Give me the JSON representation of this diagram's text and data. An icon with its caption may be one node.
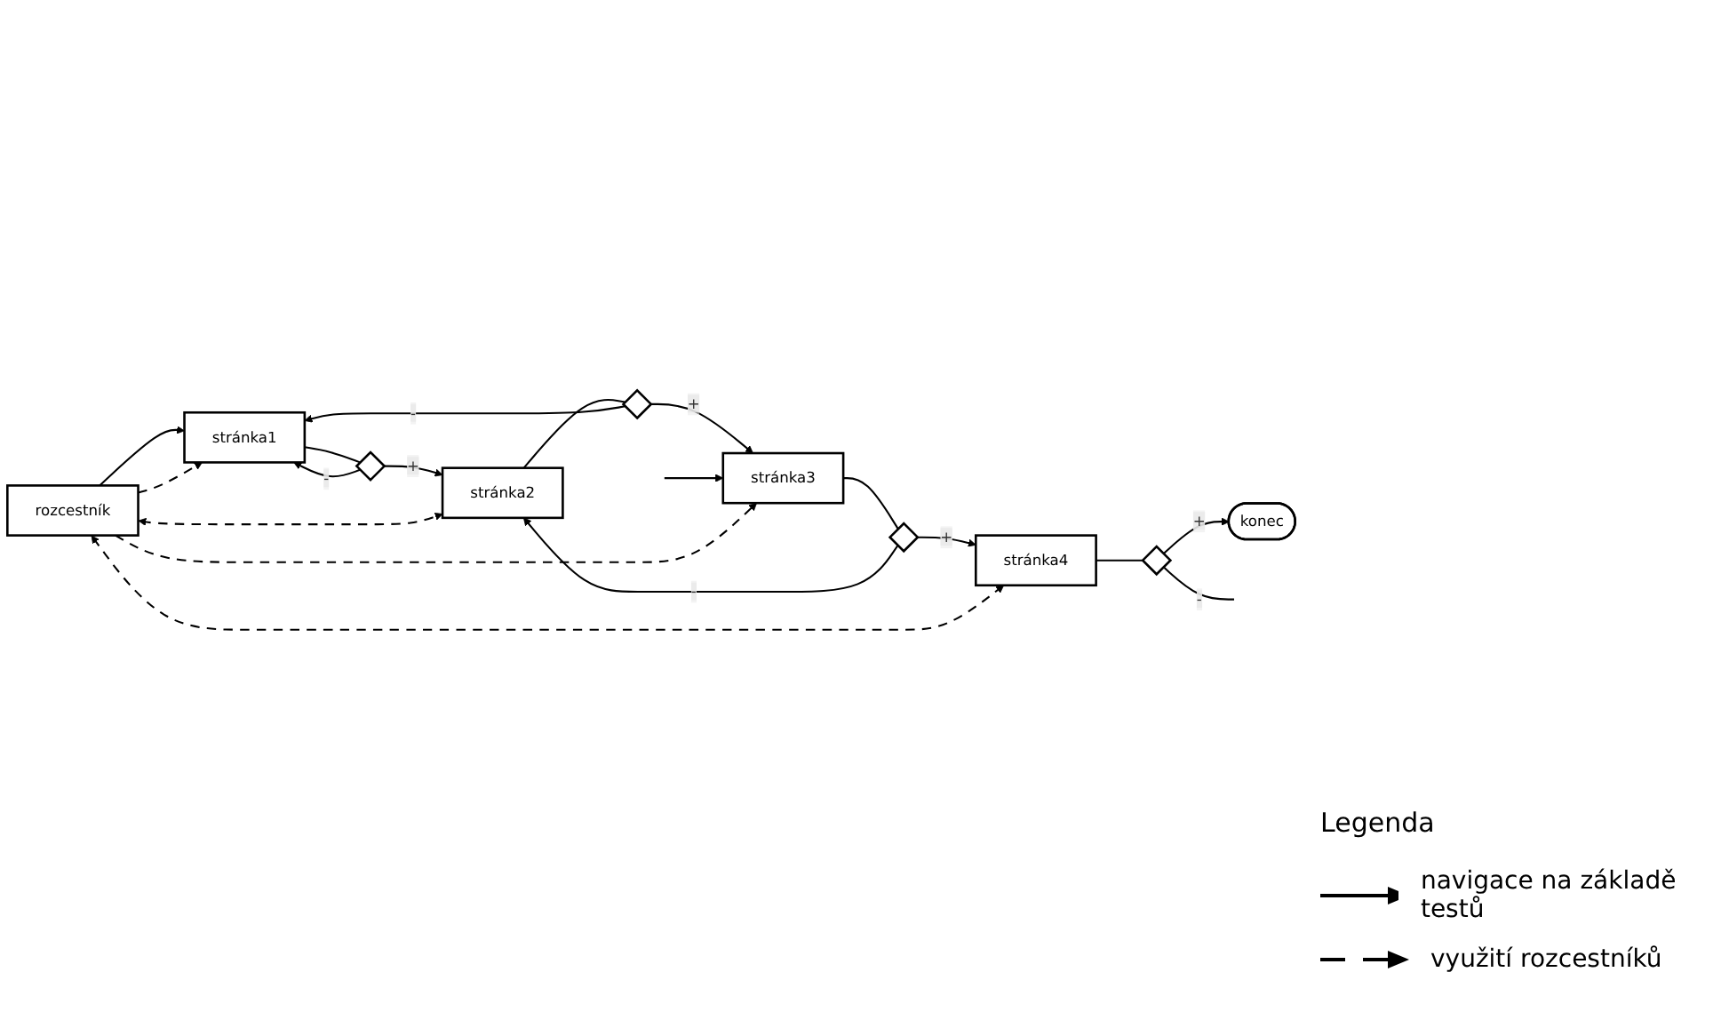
{
  "diagram": {
    "nodes": [
      {
        "text": [
          "rozcestník"
        ]
      },
      {
        "text": [
          "stránka1"
        ]
      },
      {
        "text": [],
        "shape": "diamond"
      },
      {
        "text": [
          "stránka2"
        ]
      },
      {
        "text": [],
        "shape": "diamond"
      },
      {
        "text": [
          "stránka3"
        ]
      },
      {
        "text": [],
        "shape": "diamond"
      },
      {
        "text": [
          "stránka4"
        ]
      },
      {
        "text": [],
        "shape": "diamond"
      },
      {
        "text": [
          "konec"
        ]
      }
    ],
    "edges": [
      {
        "from": 0,
        "to": 1,
        "arrow": "to"
      },
      {
        "from": 1,
        "to": 2,
        "arrow": "none"
      },
      {
        "from": 2,
        "to": 3,
        "arrow": "to",
        "label": "+"
      },
      {
        "from": 2,
        "to": 1,
        "arrow": "to",
        "label": "-"
      },
      {
        "from": 3,
        "to": 4,
        "arrow": "none"
      },
      {
        "from": 4,
        "to": 5,
        "arrow": "to",
        "label": "+"
      },
      {
        "from": 4,
        "to": 1,
        "arrow": "to",
        "label": "-"
      },
      {
        "from": null,
        "to": 5,
        "arrow": "to"
      },
      {
        "from": 5,
        "to": 6,
        "arrow": "none"
      },
      {
        "from": 6,
        "to": 3,
        "arrow": "to",
        "label": "-"
      },
      {
        "from": 6,
        "to": 7,
        "arrow": "to",
        "label": "+"
      },
      {
        "from": 7,
        "to": 8,
        "arrow": "none"
      },
      {
        "from": 8,
        "to": 9,
        "arrow": "to",
        "label": "+"
      },
      {
        "from": 8,
        "to": null,
        "arrow": "none",
        "label": "-"
      },
      {
        "from": 0,
        "to": 5,
        "arrow": "to",
        "style": "dashed"
      },
      {
        "from": 0,
        "to": 1,
        "arrow": "to",
        "style": "dashed"
      },
      {
        "from": 0,
        "to": 3,
        "arrow": "both",
        "style": "dashed"
      },
      {
        "from": 0,
        "to": 7,
        "arrow": "both",
        "style": "dashed"
      }
    ],
    "labels": [
      "Legenda"
    ],
    "legend": [
      {
        "text": "navigace na základě testů"
      },
      {
        "text": "využití rozcestníků"
      }
    ]
  }
}
